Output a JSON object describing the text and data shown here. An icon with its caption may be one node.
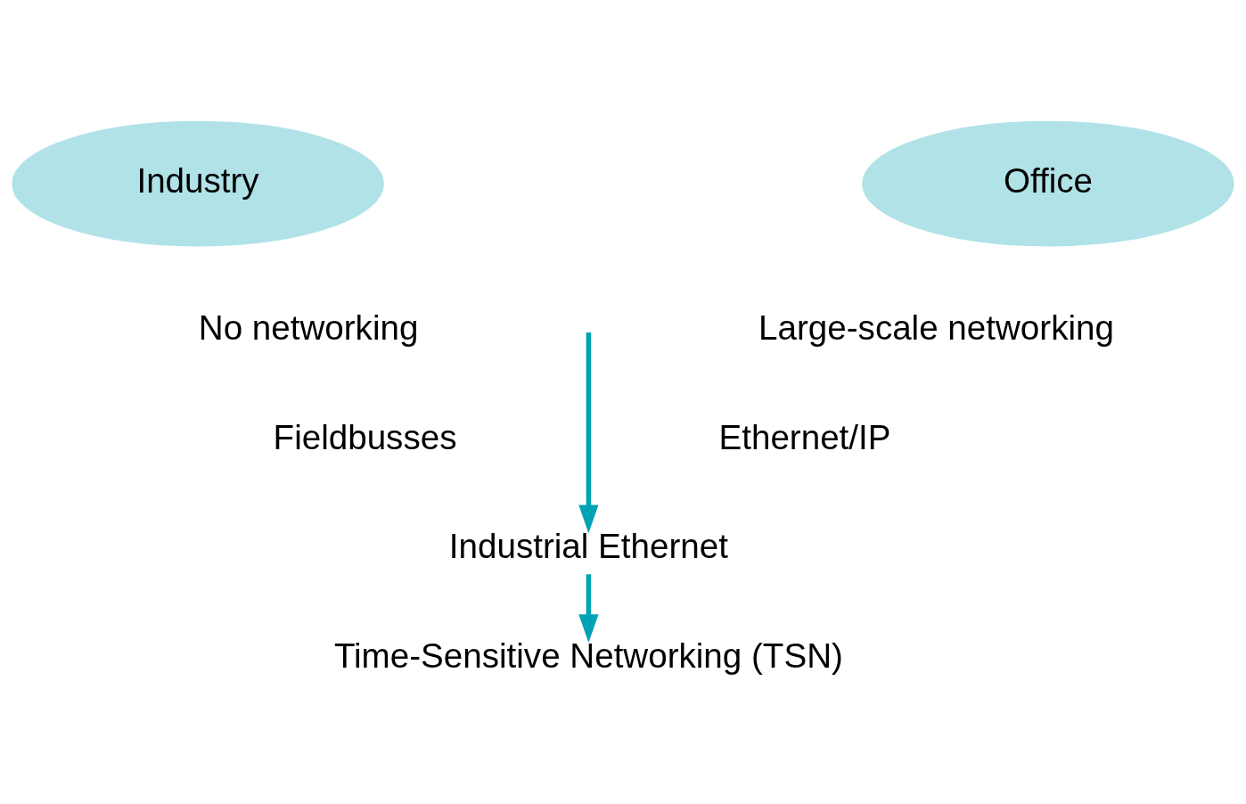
{
  "diagram": {
    "nodes": [
      {
        "text": [
          "Industry"
        ]
      },
      {
        "text": [
          "Office"
        ]
      },
      {
        "text": [
          "Industrial Ethernet"
        ]
      },
      {
        "text": [
          "Time-Sensitive Networking (TSN)"
        ]
      }
    ],
    "edges": [
      {
        "from": null,
        "to": 2,
        "arrow": "to",
        "color": "#00a3b4"
      },
      {
        "from": 2,
        "to": 3,
        "arrow": "to",
        "color": "#00a3b4"
      }
    ],
    "labels": [
      "No networking",
      "Large-scale networking",
      "Fieldbusses",
      "Ethernet/IP"
    ]
  }
}
